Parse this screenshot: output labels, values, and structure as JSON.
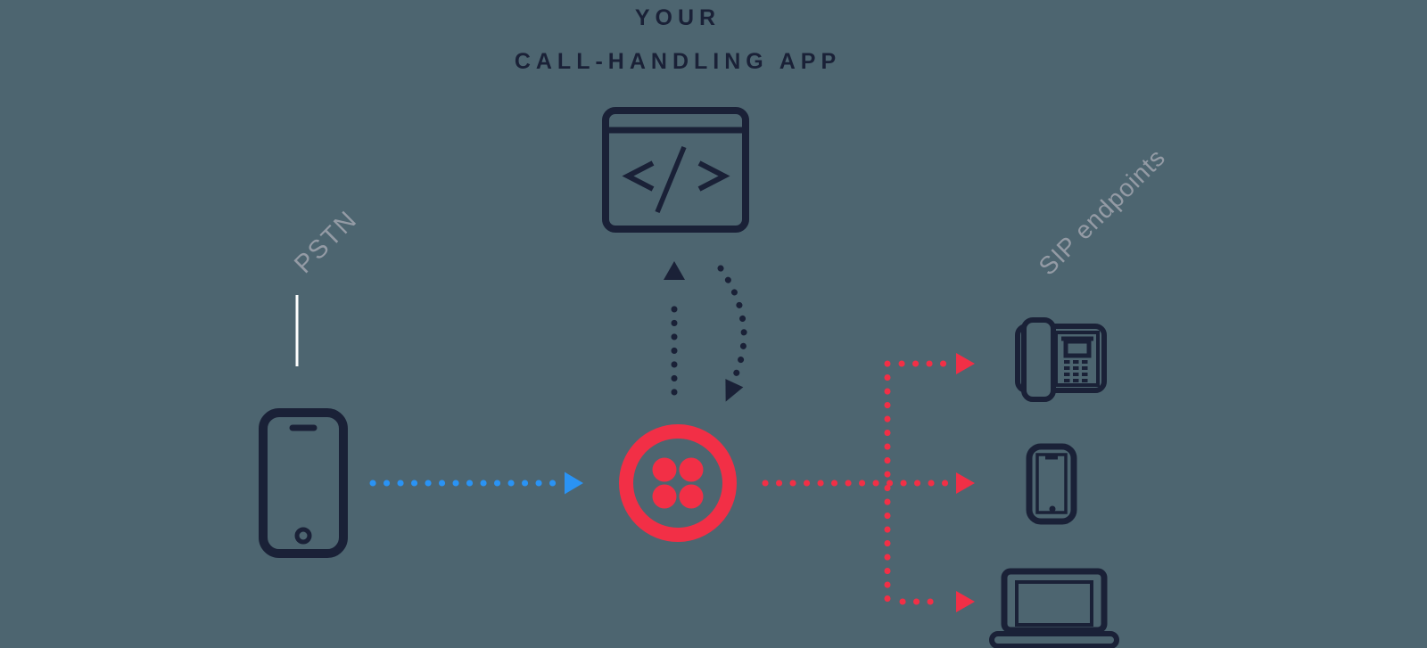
{
  "title": {
    "line1": "YOUR",
    "line2": "CALL-HANDLING APP"
  },
  "labels": {
    "pstn": "PSTN",
    "sip_endpoints": "SIP endpoints"
  },
  "nodes": [
    {
      "id": "call-handling-app",
      "icon": "code-window-icon",
      "description": "Your call-handling app (code window with </> glyph)",
      "position": "top-center"
    },
    {
      "id": "pstn-phone",
      "icon": "mobile-phone-icon",
      "group": "PSTN",
      "position": "left"
    },
    {
      "id": "twilio",
      "icon": "twilio-logo",
      "description": "Twilio red ring with four dots",
      "position": "center"
    },
    {
      "id": "sip-desk-phone",
      "icon": "desk-phone-icon",
      "group": "SIP endpoints",
      "position": "right-top"
    },
    {
      "id": "sip-mobile-phone",
      "icon": "mobile-phone-icon",
      "group": "SIP endpoints",
      "position": "right-middle"
    },
    {
      "id": "sip-laptop",
      "icon": "laptop-icon",
      "group": "SIP endpoints",
      "position": "right-bottom"
    }
  ],
  "edges": [
    {
      "from": "pstn-phone",
      "to": "twilio",
      "style": "dotted-arrow",
      "color": "#2A93F4"
    },
    {
      "from": "twilio",
      "to": "call-handling-app",
      "style": "dotted-arrow-straight-up",
      "color": "#1A2137"
    },
    {
      "from": "call-handling-app",
      "to": "twilio",
      "style": "dotted-arrow-curved-down",
      "color": "#1A2137"
    },
    {
      "from": "twilio",
      "to": "sip-desk-phone",
      "style": "dotted-arrow",
      "color": "#F22F46"
    },
    {
      "from": "twilio",
      "to": "sip-mobile-phone",
      "style": "dotted-arrow",
      "color": "#F22F46"
    },
    {
      "from": "twilio",
      "to": "sip-laptop",
      "style": "dotted-arrow",
      "color": "#F22F46"
    }
  ],
  "colors": {
    "background": "#4D6570",
    "ink_navy": "#1A2137",
    "twilio_red": "#F22F46",
    "pstn_blue": "#2A93F4",
    "label_gray": "#949BA5",
    "pstn_tick_line": "#FFFFFF"
  }
}
